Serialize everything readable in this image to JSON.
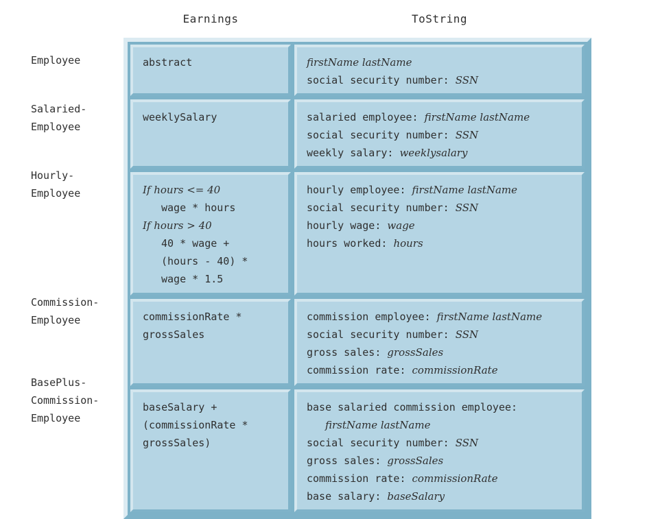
{
  "figure": {
    "title_hint": "Polymorphic interface for the Employee hierarchy classes",
    "columns": {
      "earnings": "Earnings",
      "tostring": "ToString"
    },
    "colors": {
      "cell_fill": "#b5d5e4",
      "bevel_light": "#d3e6ee",
      "bevel_dark": "#7fb3c9",
      "frame_light": "#dcebf2",
      "frame_dark": "#7db2c8",
      "text": "#2f2f2f",
      "page_background": "#ffffff"
    },
    "rows": [
      {
        "key": "employee",
        "label": [
          "Employee"
        ],
        "earnings": [
          {
            "ind": 0,
            "seg": [
              {
                "t": "abstract",
                "s": "m"
              }
            ]
          }
        ],
        "tostring": [
          {
            "ind": 0,
            "seg": [
              {
                "t": "firstName lastName",
                "s": "v"
              }
            ]
          },
          {
            "ind": 0,
            "seg": [
              {
                "t": "social security number: ",
                "s": "m"
              },
              {
                "t": "SSN",
                "s": "v"
              }
            ]
          }
        ]
      },
      {
        "key": "salaried-employee",
        "label": [
          "Salaried-",
          "Employee"
        ],
        "earnings": [
          {
            "ind": 0,
            "seg": [
              {
                "t": "weeklySalary",
                "s": "m"
              }
            ]
          }
        ],
        "tostring": [
          {
            "ind": 0,
            "seg": [
              {
                "t": "salaried employee: ",
                "s": "m"
              },
              {
                "t": "firstName lastName",
                "s": "v"
              }
            ]
          },
          {
            "ind": 0,
            "seg": [
              {
                "t": "social security number: ",
                "s": "m"
              },
              {
                "t": "SSN",
                "s": "v"
              }
            ]
          },
          {
            "ind": 0,
            "seg": [
              {
                "t": "weekly salary: ",
                "s": "m"
              },
              {
                "t": "weeklysalary",
                "s": "v"
              }
            ]
          }
        ]
      },
      {
        "key": "hourly-employee",
        "label": [
          "Hourly-",
          "Employee"
        ],
        "earnings": [
          {
            "ind": 0,
            "seg": [
              {
                "t": "If hours <= 40",
                "s": "v"
              }
            ]
          },
          {
            "ind": 1,
            "seg": [
              {
                "t": "wage * hours",
                "s": "m"
              }
            ]
          },
          {
            "ind": 0,
            "seg": [
              {
                "t": "If hours > 40",
                "s": "v"
              }
            ]
          },
          {
            "ind": 1,
            "seg": [
              {
                "t": "40 * wage +",
                "s": "m"
              }
            ]
          },
          {
            "ind": 1,
            "seg": [
              {
                "t": "(hours - 40) *",
                "s": "m"
              }
            ]
          },
          {
            "ind": 1,
            "seg": [
              {
                "t": "wage * 1.5",
                "s": "m"
              }
            ]
          }
        ],
        "tostring": [
          {
            "ind": 0,
            "seg": [
              {
                "t": "hourly employee: ",
                "s": "m"
              },
              {
                "t": "firstName lastName",
                "s": "v"
              }
            ]
          },
          {
            "ind": 0,
            "seg": [
              {
                "t": "social security number: ",
                "s": "m"
              },
              {
                "t": "SSN",
                "s": "v"
              }
            ]
          },
          {
            "ind": 0,
            "seg": [
              {
                "t": "hourly wage: ",
                "s": "m"
              },
              {
                "t": "wage",
                "s": "v"
              }
            ]
          },
          {
            "ind": 0,
            "seg": [
              {
                "t": "hours worked: ",
                "s": "m"
              },
              {
                "t": "hours",
                "s": "v"
              }
            ]
          }
        ]
      },
      {
        "key": "commission-employee",
        "label": [
          "Commission-",
          "Employee"
        ],
        "earnings": [
          {
            "ind": 0,
            "seg": [
              {
                "t": "commissionRate *",
                "s": "m"
              }
            ]
          },
          {
            "ind": 0,
            "seg": [
              {
                "t": "grossSales",
                "s": "m"
              }
            ]
          }
        ],
        "tostring": [
          {
            "ind": 0,
            "seg": [
              {
                "t": "commission employee: ",
                "s": "m"
              },
              {
                "t": "firstName lastName",
                "s": "v"
              }
            ]
          },
          {
            "ind": 0,
            "seg": [
              {
                "t": "social security number: ",
                "s": "m"
              },
              {
                "t": "SSN",
                "s": "v"
              }
            ]
          },
          {
            "ind": 0,
            "seg": [
              {
                "t": "gross sales: ",
                "s": "m"
              },
              {
                "t": "grossSales",
                "s": "v"
              }
            ]
          },
          {
            "ind": 0,
            "seg": [
              {
                "t": "commission rate: ",
                "s": "m"
              },
              {
                "t": "commissionRate",
                "s": "v"
              }
            ]
          }
        ]
      },
      {
        "key": "baseplus-commission-employee",
        "label": [
          "BasePlus-",
          "Commission-",
          "Employee"
        ],
        "earnings": [
          {
            "ind": 0,
            "seg": [
              {
                "t": "baseSalary +",
                "s": "m"
              }
            ]
          },
          {
            "ind": 0,
            "seg": [
              {
                "t": "(commissionRate *",
                "s": "m"
              }
            ]
          },
          {
            "ind": 0,
            "seg": [
              {
                "t": "grossSales)",
                "s": "m"
              }
            ]
          }
        ],
        "tostring": [
          {
            "ind": 0,
            "seg": [
              {
                "t": "base salaried commission employee:",
                "s": "m"
              }
            ]
          },
          {
            "ind": 1,
            "seg": [
              {
                "t": "firstName lastName",
                "s": "v"
              }
            ]
          },
          {
            "ind": 0,
            "seg": [
              {
                "t": "social security number: ",
                "s": "m"
              },
              {
                "t": "SSN",
                "s": "v"
              }
            ]
          },
          {
            "ind": 0,
            "seg": [
              {
                "t": "gross sales: ",
                "s": "m"
              },
              {
                "t": "grossSales",
                "s": "v"
              }
            ]
          },
          {
            "ind": 0,
            "seg": [
              {
                "t": "commission rate: ",
                "s": "m"
              },
              {
                "t": "commissionRate",
                "s": "v"
              }
            ]
          },
          {
            "ind": 0,
            "seg": [
              {
                "t": "base salary: ",
                "s": "m"
              },
              {
                "t": "baseSalary",
                "s": "v"
              }
            ]
          }
        ]
      }
    ]
  }
}
